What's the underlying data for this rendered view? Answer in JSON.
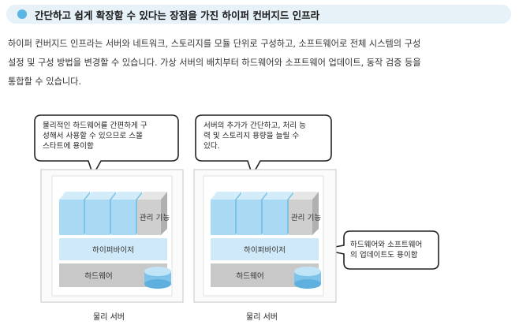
{
  "header": {
    "title": "간단하고 쉽게 확장할 수 있다는 장점을 가진 하이퍼 컨버지드 인프라",
    "accent": "#58b5e6",
    "background": "#e6f1f8"
  },
  "description": {
    "lines": [
      "하이퍼 컨버지드 인프라는 서버와 네트워크, 스토리지를 모듈 단위로 구성하고, 소프트웨어로 전체 시스템의 구성",
      "설정 및 구성 방법을 변경할 수 있습니다. 가상 서버의 배치부터 하드웨어와 소프트웨어 업데이트, 동작 검증 등을",
      "통합할 수 있습니다."
    ]
  },
  "diagram": {
    "colors": {
      "vm": "#a9d9f3",
      "hypervisor": "#cfe9f8",
      "hardware": "#c8c8c8",
      "management": "#cfcfcf",
      "frame": "#cfcfcf"
    },
    "servers": [
      {
        "management_label": "관리 기능",
        "hypervisor_label": "하이퍼바이저",
        "hardware_label": "하드웨어",
        "caption": "물리 서버",
        "callout": [
          "물리적인 하드웨어를 간편하게 구",
          "성해서 사용할 수 있으므로 스몰",
          "스타트에 용이함"
        ]
      },
      {
        "management_label": "관리 기능",
        "hypervisor_label": "하이퍼바이저",
        "hardware_label": "하드웨어",
        "caption": "물리 서버",
        "callout": [
          "서버의 추가가 간단하고, 처리 능",
          "력 및 스토리지 용량을 늘릴 수",
          "있다."
        ]
      }
    ],
    "side_callout": [
      "하드웨어와 소프트웨어",
      "의 업데이트도 용이함"
    ]
  }
}
